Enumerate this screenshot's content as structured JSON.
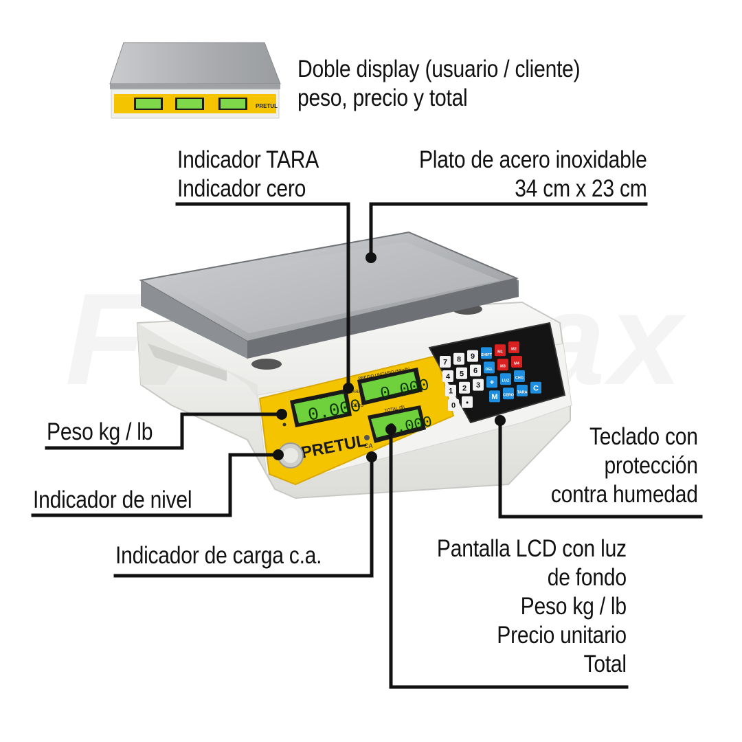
{
  "brand": "PRETUL",
  "watermark": "Ferremax",
  "callouts": {
    "double_display": [
      "Doble display (usuario / cliente)",
      "peso, precio y total"
    ],
    "tara": [
      "Indicador TARA",
      "Indicador cero"
    ],
    "plate": [
      "Plato de acero inoxidable",
      "34 cm x 23 cm"
    ],
    "weight_unit": [
      "Peso kg / lb"
    ],
    "level": [
      "Indicador de nivel"
    ],
    "ac_charge": [
      "Indicador de carga c.a."
    ],
    "keypad": [
      "Teclado con",
      "protección",
      "contra humedad"
    ],
    "lcd": [
      "Pantalla LCD con luz",
      "de fondo",
      "Peso kg / lb",
      "Precio unitario",
      "Total"
    ]
  },
  "displays": {
    "weight_label": "PESO (kg/lb)",
    "unit_price_label": "PRECIO UNITARIO ($/kg/lb)",
    "total_label": "TOTAL ($)",
    "ca_label": "CA",
    "tara_label": "TARA",
    "cero_label": "CERO",
    "digits": "0.000"
  },
  "keypad_keys": [
    [
      "7",
      "8",
      "9",
      "SHIFT",
      "M1",
      "M2"
    ],
    [
      "4",
      "5",
      "6",
      "DEL",
      "M3",
      "M4"
    ],
    [
      "1",
      "2",
      "3",
      "+",
      "LUZ",
      "CHG"
    ],
    [
      "0",
      "•",
      "",
      "M",
      "CERO",
      "TARA",
      "C"
    ]
  ],
  "colors": {
    "panel_yellow": "#f5c400",
    "lcd_green": "#6fd23c",
    "body_white": "#f1f1ef",
    "steel": "#b9bcbf",
    "key_blue": "#1e8fe0",
    "key_red": "#d92121",
    "line": "#111111"
  }
}
